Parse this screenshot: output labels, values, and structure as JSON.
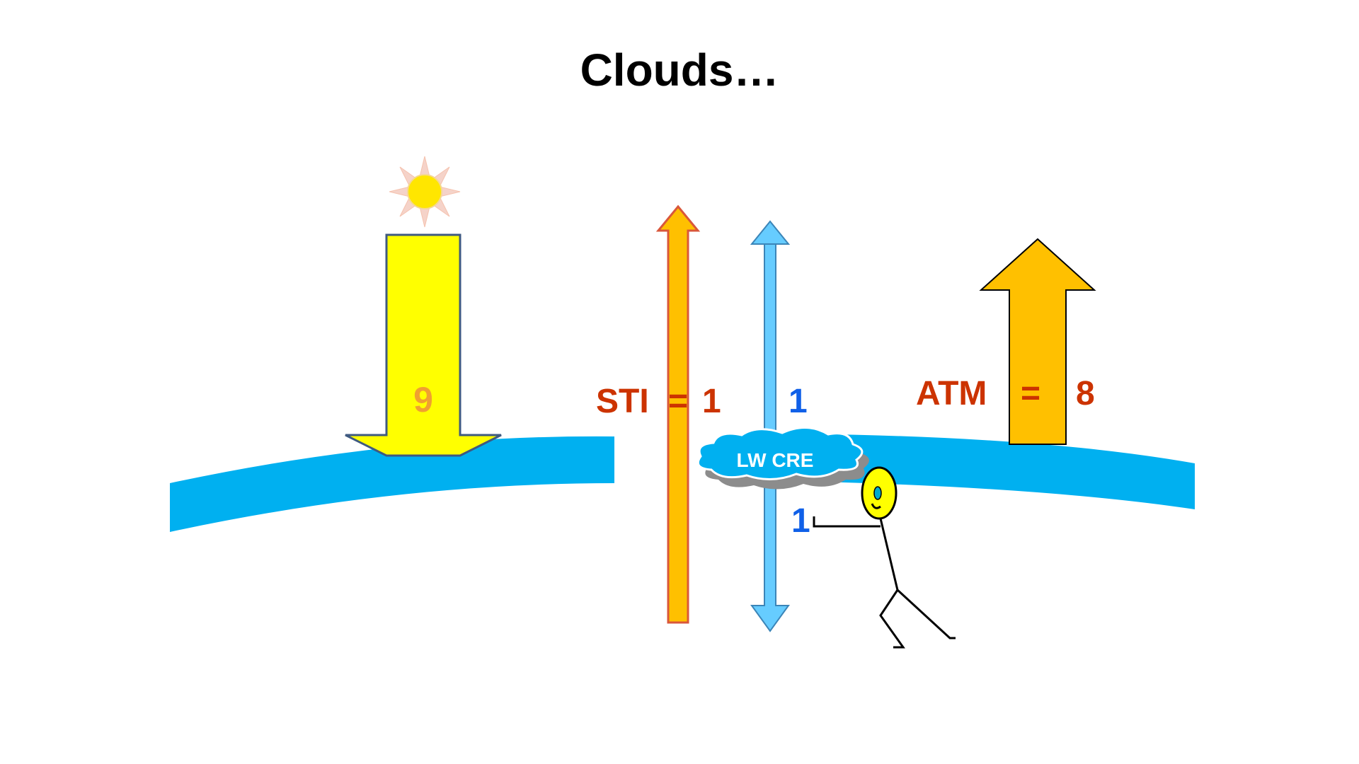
{
  "title": "Clouds…",
  "labels": {
    "incoming_value": "9",
    "sti_text": "STI",
    "sti_equals": "=",
    "sti_value": "1",
    "blue_up_value": "1",
    "blue_down_value": "1",
    "cloud_text": "LW CRE",
    "atm_text": "ATM",
    "atm_equals": "=",
    "atm_value": "8"
  },
  "colors": {
    "sun": "#ffe600",
    "sun_rays": "#f5d3c9",
    "incoming_arrow": "#ffff00",
    "incoming_arrow_outline": "#3f5a80",
    "sti_arrow": "#ffc000",
    "sti_arrow_outline": "#d9573b",
    "lw_arrow": "#66ccff",
    "lw_arrow_outline": "#3b85b8",
    "atm_arrow": "#ffc000",
    "atmosphere_band": "#00b0f0",
    "label_red": "#cc3300",
    "label_blue": "#1060e8",
    "label_orange": "#f0a030",
    "cloud_fill": "#00b0f0",
    "cloud_shadow": "#8c8c8c",
    "figure_head": "#ffff00"
  },
  "icons": [
    "sun-icon",
    "cloud-icon",
    "stick-figure-icon"
  ]
}
